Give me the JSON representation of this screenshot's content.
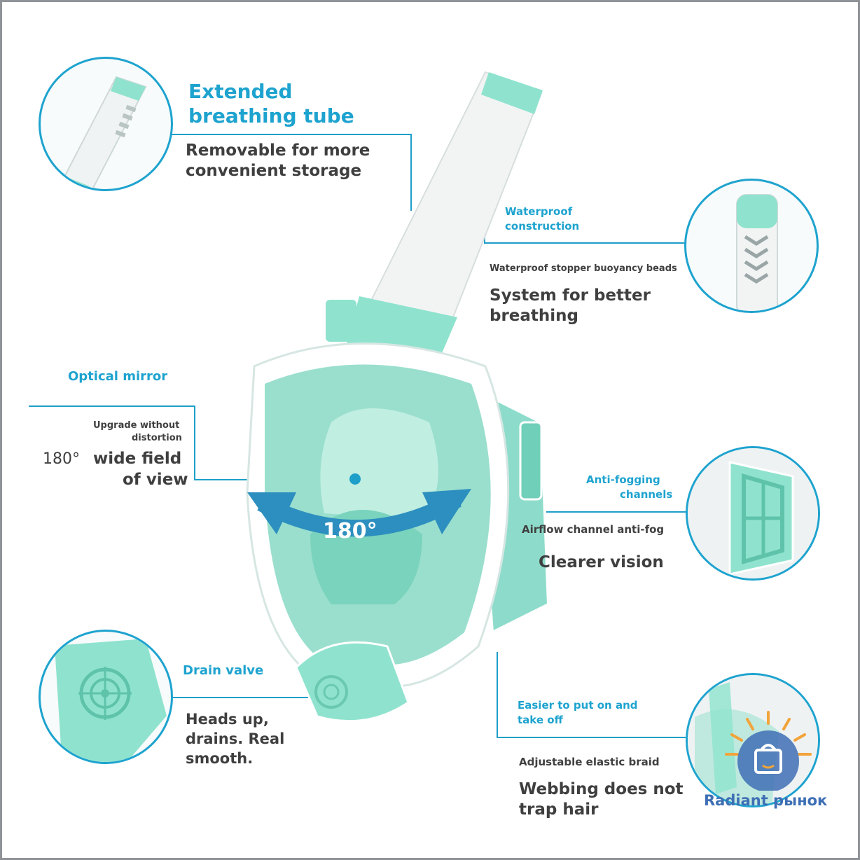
{
  "tube": {
    "title_line1": "Extended",
    "title_line2": "breathing tube",
    "desc_line1": "Removable for more",
    "desc_line2": "convenient storage"
  },
  "waterproof": {
    "title_line1": "Waterproof",
    "title_line2": "construction",
    "sub": "Waterproof stopper buoyancy beads",
    "desc_line1": "System for better",
    "desc_line2": "breathing"
  },
  "optical": {
    "title": "Optical mirror",
    "sub_line1": "Upgrade without",
    "sub_line2": "distortion",
    "degree": "180°",
    "desc_line1": "wide field",
    "desc_line2": "of view",
    "arrow_label": "180°"
  },
  "antifog": {
    "title_line1": "Anti-fogging",
    "title_line2": "channels",
    "sub": "Airflow channel anti-fog",
    "desc": "Clearer vision"
  },
  "drain": {
    "title": "Drain valve",
    "desc_line1": "Heads up,",
    "desc_line2": "drains. Real",
    "desc_line3": "smooth."
  },
  "strap": {
    "title_line1": "Easier to put on and",
    "title_line2": "take off",
    "sub": "Adjustable elastic braid",
    "desc_line1": "Webbing does not",
    "desc_line2": "trap hair"
  },
  "brand": {
    "name": "Radiant рынок"
  },
  "colors": {
    "accent": "#1ea3cf",
    "mint": "#7fd9c4",
    "text": "#3f3f3f"
  }
}
